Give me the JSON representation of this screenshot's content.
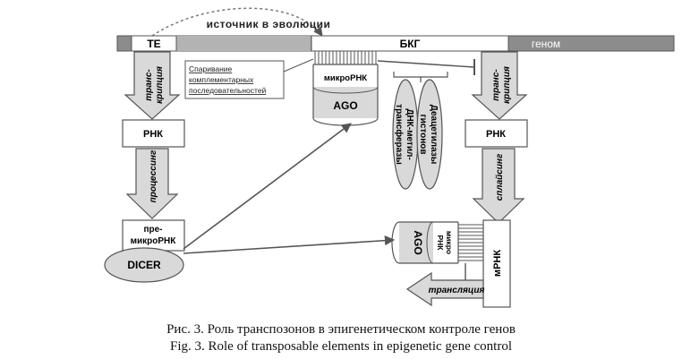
{
  "diagram": {
    "top_label": "источник в эволюции",
    "genome_bar": {
      "te": "TE",
      "bkg": "БКГ",
      "genome": "геном"
    },
    "left_column": {
      "arrow1": [
        "транс-",
        "крипция"
      ],
      "rna": "РНК",
      "arrow2": "процессинг",
      "pre_mirna": [
        "пре-",
        "микроРНК"
      ],
      "dicer": "DICER"
    },
    "center": {
      "pairing_note": [
        "Спаривание",
        "комплементарных",
        "последовательностей"
      ],
      "mirna": "микроРНК",
      "ago": "AGO",
      "enzyme1": [
        "ДНК-метил-",
        "трансферазы"
      ],
      "enzyme2": [
        "Деацетилазы",
        "гистонов"
      ]
    },
    "right_column": {
      "arrow1": [
        "транс-",
        "крипция"
      ],
      "rna": "РНК",
      "arrow2": "сплайсинг",
      "mrna": "мРНК",
      "ago2": "AGO",
      "mirna2": [
        "микро",
        "РНК"
      ],
      "translation": "трансляция"
    },
    "colors": {
      "stroke": "#555555",
      "fill_gray": "#d9d9d9",
      "bar_gray": "#8c8c8c"
    }
  },
  "caption": {
    "ru": "Рис. 3. Роль транспозонов в эпигенетическом контроле генов",
    "en": "Fig. 3. Role of transposable elements in epigenetic gene control"
  }
}
